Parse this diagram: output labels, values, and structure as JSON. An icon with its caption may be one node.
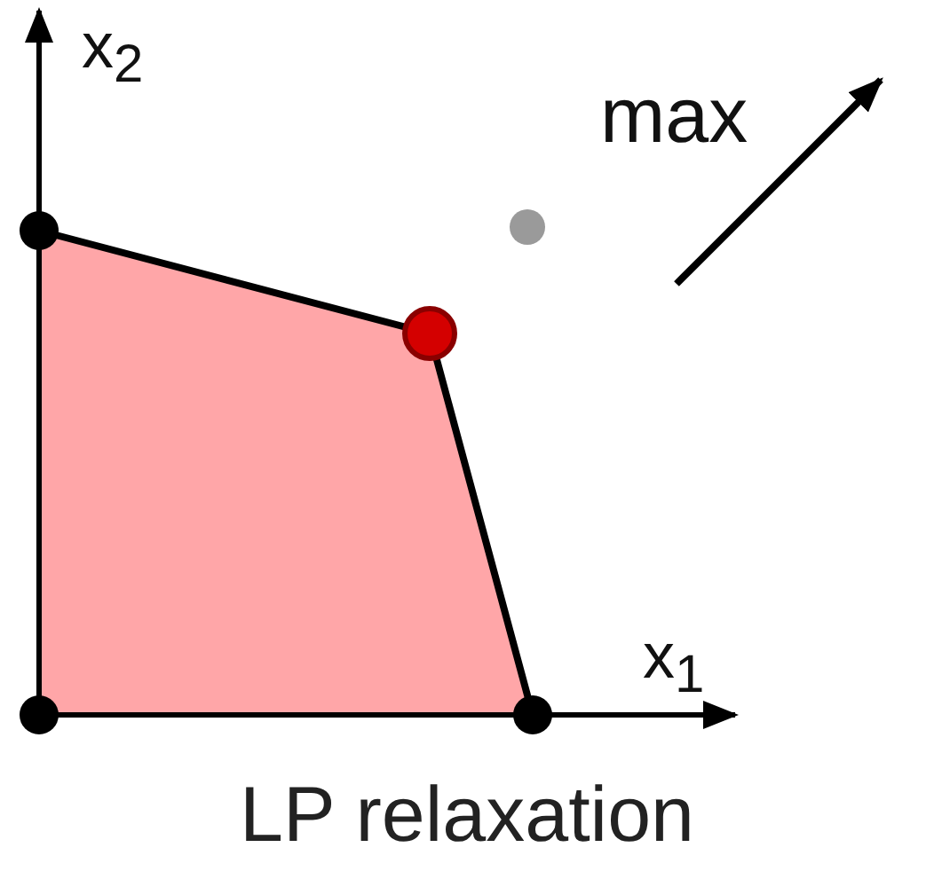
{
  "diagram": {
    "caption": "LP relaxation",
    "labels": [
      "x$_{2}$",
      "max",
      "x$_{1}$"
    ]
  }
}
